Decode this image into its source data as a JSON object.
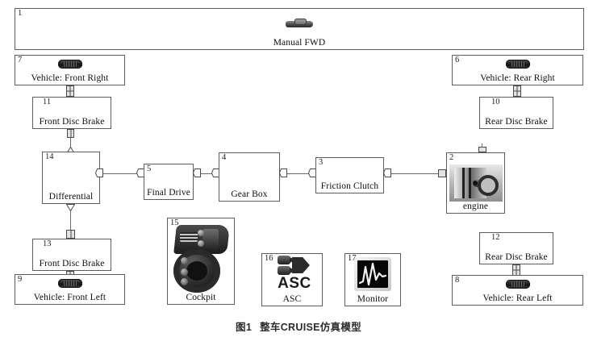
{
  "figure": {
    "caption_number": "图1",
    "caption_text": "整车CRUISE仿真模型"
  },
  "diagram": {
    "title_block": {
      "number": "1",
      "label": "Manual FWD",
      "icon": "car-icon"
    },
    "blocks": [
      {
        "id": "vehicle-front-right",
        "number": "7",
        "label": "Vehicle: Front Right",
        "icon": "tire-icon"
      },
      {
        "id": "vehicle-rear-right",
        "number": "6",
        "label": "Vehicle: Rear Right",
        "icon": "tire-icon"
      },
      {
        "id": "front-disc-brake-11",
        "number": "11",
        "label": "Front Disc Brake",
        "icon": "disc-brake-icon"
      },
      {
        "id": "rear-disc-brake-10",
        "number": "10",
        "label": "Rear Disc Brake",
        "icon": "disc-brake-icon"
      },
      {
        "id": "differential",
        "number": "14",
        "label": "Differential",
        "icon": "differential-icon"
      },
      {
        "id": "final-drive",
        "number": "5",
        "label": "Final Drive",
        "icon": "final-drive-icon"
      },
      {
        "id": "gear-box",
        "number": "4",
        "label": "Gear Box",
        "icon": "gearbox-icon"
      },
      {
        "id": "friction-clutch",
        "number": "3",
        "label": "Friction Clutch",
        "icon": "clutch-icon"
      },
      {
        "id": "engine",
        "number": "2",
        "label": "engine",
        "icon": "engine-icon"
      },
      {
        "id": "front-disc-brake-13",
        "number": "13",
        "label": "Front Disc Brake",
        "icon": "disc-brake-icon"
      },
      {
        "id": "rear-disc-brake-12",
        "number": "12",
        "label": "Rear Disc Brake",
        "icon": "disc-brake-icon"
      },
      {
        "id": "vehicle-front-left",
        "number": "9",
        "label": "Vehicle: Front Left",
        "icon": "tire-icon"
      },
      {
        "id": "vehicle-rear-left",
        "number": "8",
        "label": "Vehicle: Rear Left",
        "icon": "tire-icon"
      },
      {
        "id": "cockpit",
        "number": "15",
        "label": "Cockpit",
        "icon": "steering-wheel-icon"
      },
      {
        "id": "asc",
        "number": "16",
        "label": "ASC",
        "icon": "logic-gate-icon",
        "glyph": "ASC"
      },
      {
        "id": "monitor",
        "number": "17",
        "label": "Monitor",
        "icon": "waveform-icon"
      }
    ],
    "colors": {
      "border": "#5d5d5d",
      "wire": "#6b6b6b",
      "background": "#ffffff",
      "text": "#0f0f0f"
    }
  }
}
